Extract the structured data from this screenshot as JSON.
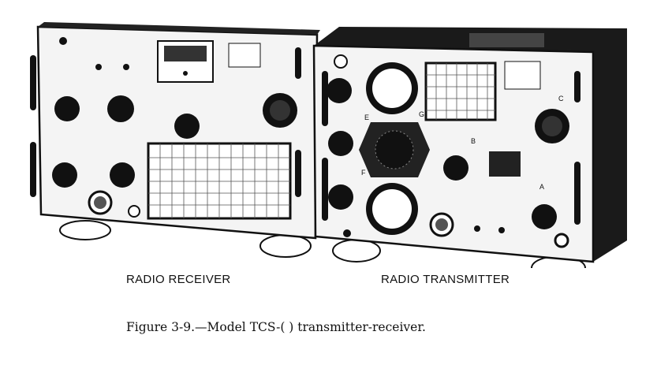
{
  "figure": {
    "receiver_label": "RADIO RECEIVER",
    "transmitter_label": "RADIO TRANSMITTER",
    "caption": "Figure 3-9.—Model TCS-( ) transmitter-receiver.",
    "panel_letters": [
      "A",
      "B",
      "C",
      "E",
      "F",
      "G"
    ]
  }
}
